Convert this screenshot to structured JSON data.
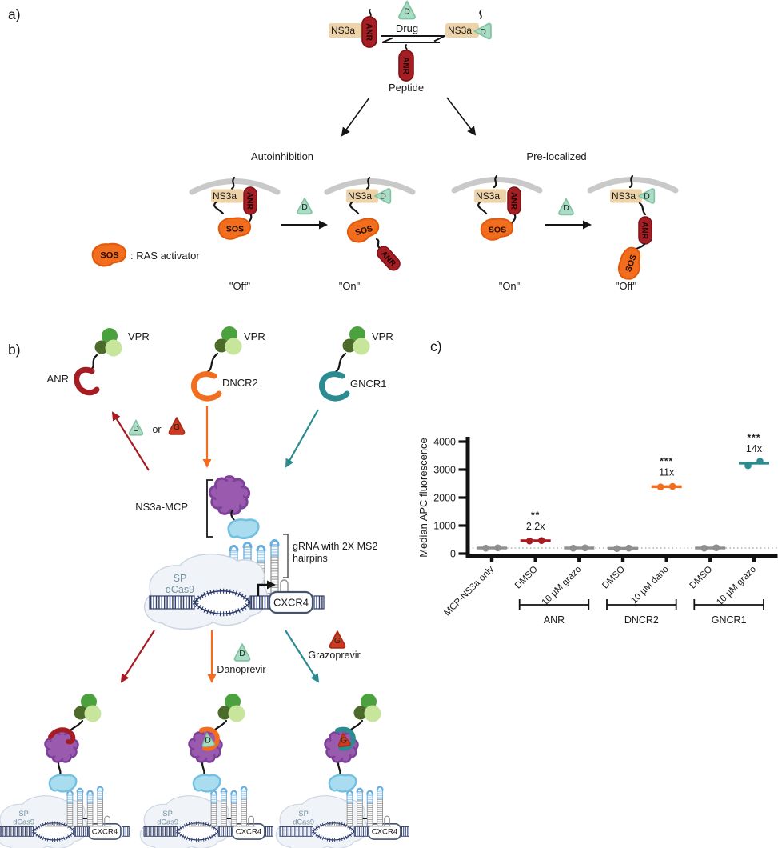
{
  "figure": {
    "panel_a": {
      "label": "a)",
      "drug_label": "Drug",
      "peptide_label": "Peptide",
      "autoinhibition": {
        "title": "Autoinhibition",
        "state_left": "\"Off\"",
        "state_right": "\"On\""
      },
      "prelocalized": {
        "title": "Pre-localized",
        "state_left": "\"On\"",
        "state_right": "\"Off\""
      },
      "legend": {
        "sos": "SOS",
        "description": ": RAS activator"
      }
    },
    "panel_b": {
      "label": "b)",
      "vpr": "VPR",
      "binders": {
        "anr": "ANR",
        "dncr2": "DNCR2",
        "gncr1": "GNCR1"
      },
      "or_label": "or",
      "ns3a_mcp_label": "NS3a-MCP",
      "grna_label_line1": "gRNA with 2X MS2",
      "grna_label_line2": "hairpins",
      "danoprevir": "Danoprevir",
      "grazoprevir": "Grazoprevir"
    },
    "panel_c": {
      "label": "c)"
    }
  },
  "glossary": {
    "ns3a": "NS3a",
    "anr": "ANR",
    "sos": "SOS",
    "d": "D",
    "g": "G",
    "vpr": "VPR",
    "sp": "SP",
    "dcas9": "dCas9",
    "cxcr4": "CXCR4"
  },
  "colors": {
    "dark_red": "#a51d23",
    "orange": "#f26d1d",
    "teal": "#2a8b91",
    "gray": "#8f8f8f",
    "mint_fill": "#abdcc5",
    "tan": "#eed3a9",
    "purple": "#9a5aad",
    "light_blue": "#a9dcee",
    "green_top": "#4ba13e",
    "green_dark": "#4c6b2a",
    "green_light": "#c8e59c"
  },
  "chart_data": {
    "type": "scatter",
    "ylabel": "Median APC fluorescence",
    "yticks": [
      0,
      1000,
      2000,
      3000,
      4000
    ],
    "ylim": [
      0,
      4200
    ],
    "grid": false,
    "legend_position": "none",
    "baseline_dotted": 200,
    "categories": [
      "MCP-NS3a only",
      "DMSO",
      "10 µM grazo",
      "DMSO",
      "10 µM dano",
      "DMSO",
      "10 µM grazo"
    ],
    "series": [
      {
        "category": "MCP-NS3a only",
        "replicates": [
          195,
          205
        ],
        "median": 200,
        "color": "#8f8f8f"
      },
      {
        "category": "DMSO",
        "replicates": [
          450,
          465
        ],
        "median": 460,
        "color": "#a51d23",
        "fold_label": "2.2x",
        "significance": "**"
      },
      {
        "category": "10 µM grazo",
        "replicates": [
          195,
          205
        ],
        "median": 200,
        "color": "#8f8f8f"
      },
      {
        "category": "DMSO",
        "replicates": [
          180,
          195
        ],
        "median": 190,
        "color": "#8f8f8f"
      },
      {
        "category": "10 µM dano",
        "replicates": [
          2380,
          2400
        ],
        "median": 2390,
        "color": "#f26d1d",
        "fold_label": "11x",
        "significance": "***"
      },
      {
        "category": "DMSO",
        "replicates": [
          195,
          210
        ],
        "median": 200,
        "color": "#8f8f8f"
      },
      {
        "category": "10 µM grazo",
        "replicates": [
          3140,
          3300
        ],
        "median": 3230,
        "color": "#2a8b91",
        "fold_label": "14x",
        "significance": "***"
      }
    ],
    "groups": [
      {
        "label": "ANR",
        "from": 1,
        "to": 2
      },
      {
        "label": "DNCR2",
        "from": 3,
        "to": 4
      },
      {
        "label": "GNCR1",
        "from": 5,
        "to": 6
      }
    ]
  }
}
